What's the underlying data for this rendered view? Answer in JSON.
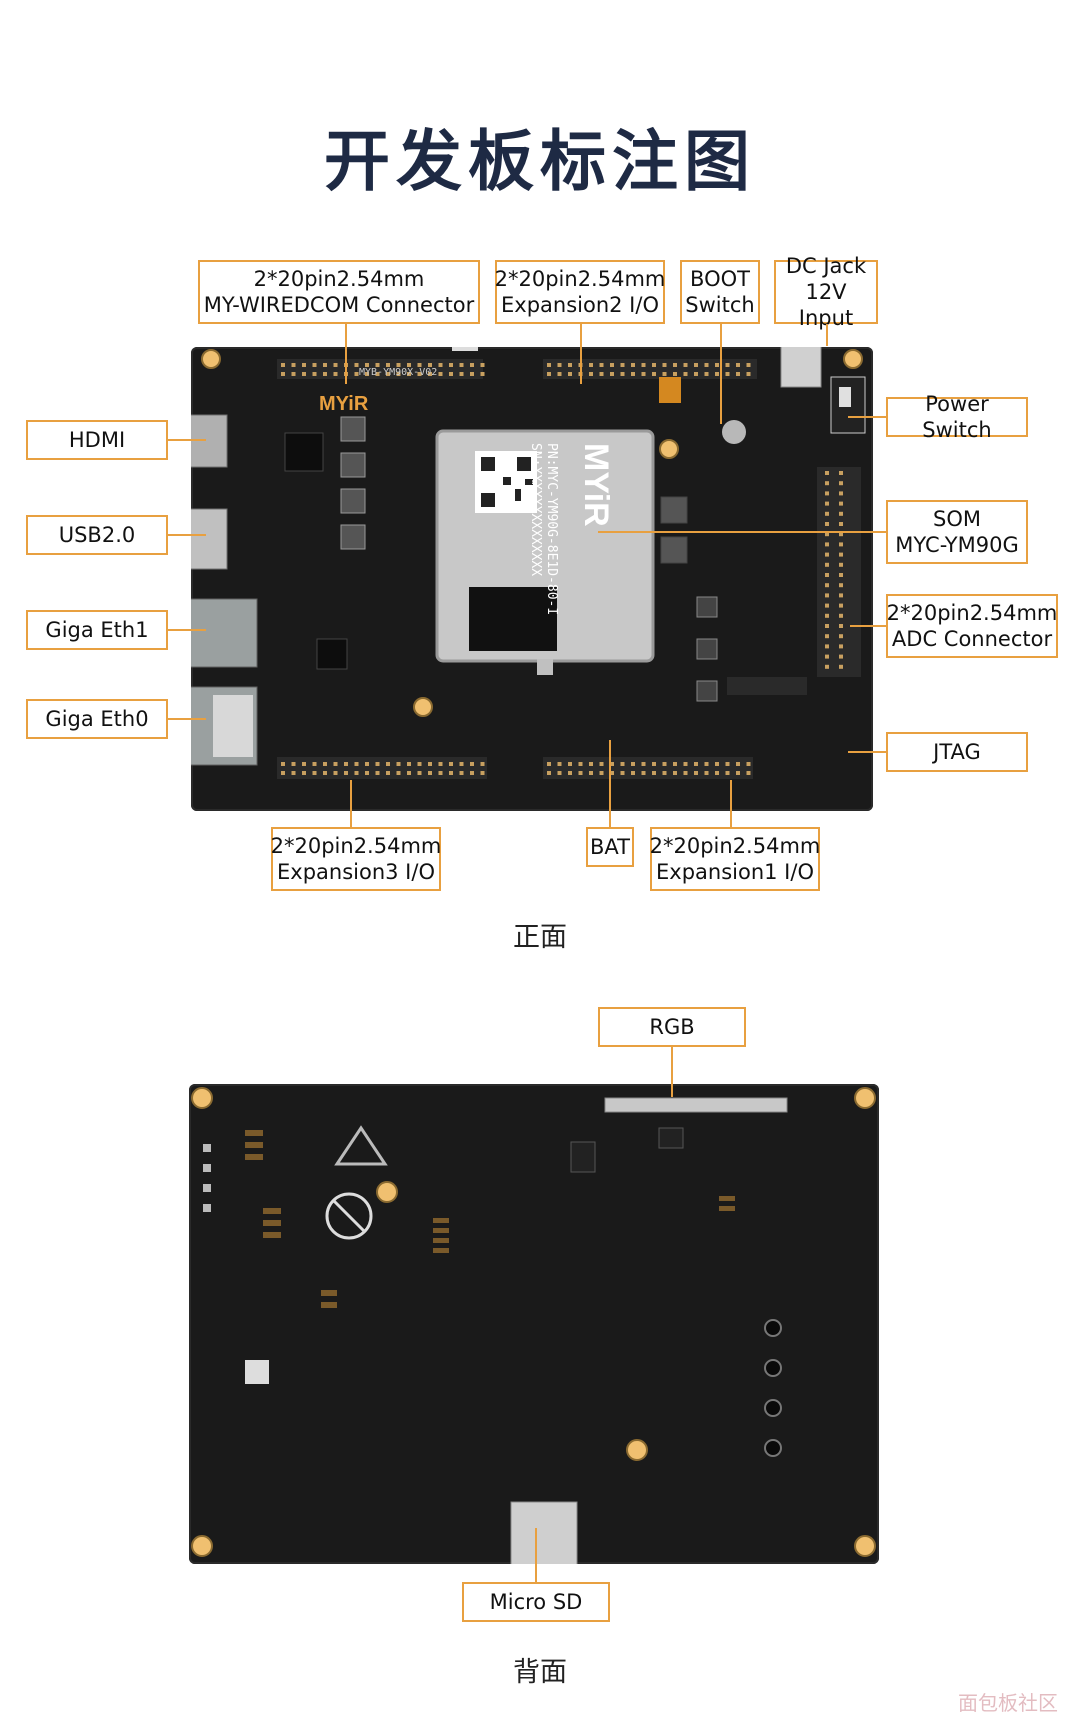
{
  "title": "开发板标注图",
  "front_caption": "正面",
  "back_caption": "背面",
  "front_board": {
    "silk_model": "MYB-YM90X-V02",
    "brand": "MYiR",
    "som_pn": "PN:MYC-YM90G-8E1D-80-I",
    "som_sn": "SN:XXXXXXXXXXXXXX",
    "som_brand": "MYiR"
  },
  "front_labels": {
    "wiredcom_1": "2*20pin2.54mm",
    "wiredcom_2": "MY-WIREDCOM Connector",
    "exp2_1": "2*20pin2.54mm",
    "exp2_2": "Expansion2 I/O",
    "boot_1": "BOOT",
    "boot_2": "Switch",
    "dcjack_1": "DC Jack",
    "dcjack_2": "12V Input",
    "hdmi": "HDMI",
    "usb": "USB2.0",
    "eth1": "Giga Eth1",
    "eth0": "Giga Eth0",
    "power": "Power Switch",
    "som_1": "SOM",
    "som_2": "MYC-YM90G",
    "adc_1": "2*20pin2.54mm",
    "adc_2": "ADC Connector",
    "jtag": "JTAG",
    "exp3_1": "2*20pin2.54mm",
    "exp3_2": "Expansion3 I/O",
    "bat": "BAT",
    "exp1_1": "2*20pin2.54mm",
    "exp1_2": "Expansion1 I/O"
  },
  "back_labels": {
    "rgb": "RGB",
    "microsd": "Micro SD"
  },
  "watermark": "面包板社区",
  "colors": {
    "accent": "#e8a040",
    "title": "#1e2a44",
    "pcb": "#1a1a1a"
  }
}
